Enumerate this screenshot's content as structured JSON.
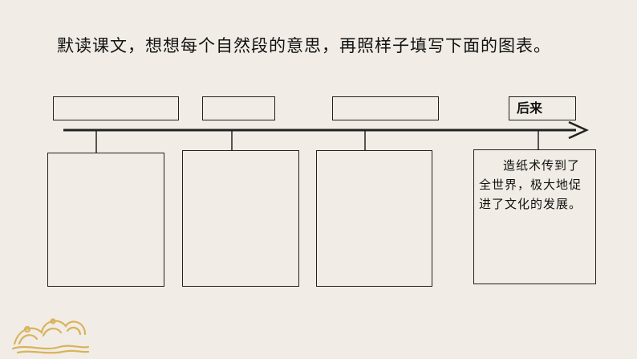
{
  "instruction": "默读课文，想想每个自然段的意思，再照样子填写下面的图表。",
  "labels": [
    "",
    "",
    "",
    "后来"
  ],
  "boxes": [
    "",
    "",
    "",
    "造纸术传到了全世界，极大地促进了文化的发展。"
  ],
  "icons": {
    "timeline_arrow": "arrow-right-icon",
    "decoration": "cloud-pattern-icon"
  },
  "colors": {
    "background": "#f1ede6",
    "line": "#222222",
    "decoration": "#d9b35c"
  }
}
